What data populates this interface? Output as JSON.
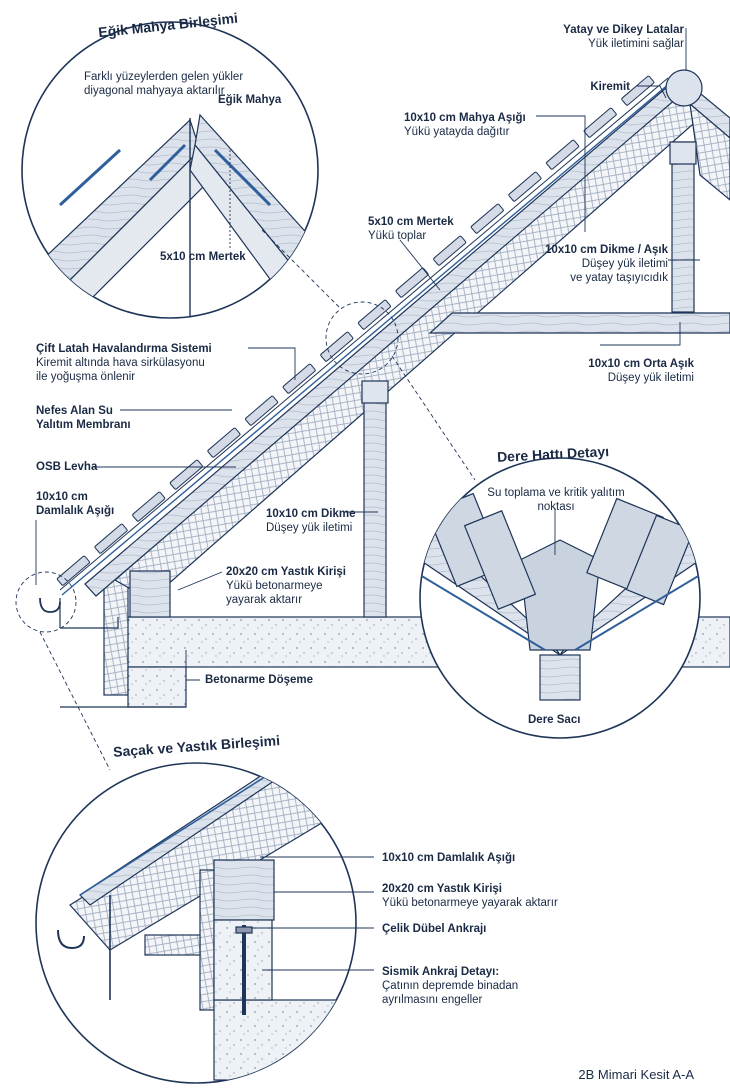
{
  "colors": {
    "ink": "#1e3558",
    "fill": "#e7ebf1",
    "wood": "#d9dfe8",
    "insul": "#f2f4f7",
    "concrete": "#edf0f4",
    "membrane": "#2f5f9a"
  },
  "details": {
    "ridge": {
      "title": "Eğik Mahya Birleşimi",
      "note": "Farklı yüzeylerden gelen yükler diyagonal mahyaya aktarılır",
      "ridge_label": "Eğik Mahya",
      "rafter_label": "5x10 cm Mertek"
    },
    "valley": {
      "title": "Dere Hattı Detayı",
      "note": "Su toplama ve kritik yalıtım noktası",
      "flashing_label": "Dere Sacı"
    },
    "eave": {
      "title": "Saçak ve Yastık Birleşimi"
    }
  },
  "labels": {
    "battens": {
      "title": "Yatay ve Dikey Latalar",
      "desc": "Yük iletimini sağlar"
    },
    "tile": {
      "title": "Kiremit"
    },
    "ridge_beam": {
      "title": "10x10 cm Mahya Aşığı",
      "desc": "Yükü yatayda dağıtır"
    },
    "rafter": {
      "title": "5x10 cm Mertek",
      "desc": "Yükü toplar"
    },
    "post_purlin": {
      "title": "10x10 cm Dikme / Aşık",
      "desc1": "Düşey yük iletimi",
      "desc2": "ve yatay taşıyıcıdık"
    },
    "mid_purlin": {
      "title": "10x10 cm Orta Aşık",
      "desc": "Düşey yük iletimi"
    },
    "ventilation": {
      "title": "Çift Latah Havalandırma Sistemi",
      "desc1": "Kiremit altında hava sirkülasyonu",
      "desc2": "ile yoğuşma önlenir"
    },
    "membrane": {
      "title1": "Nefes Alan Su",
      "title2": "Yalıtım Membranı"
    },
    "osb": {
      "title": "OSB Levha"
    },
    "drip_purlin": {
      "title1": "10x10 cm",
      "title2": "Damlalık Aşığı"
    },
    "post": {
      "title": "10x10 cm Dikme",
      "desc": "Düşey yük iletimi"
    },
    "cushion": {
      "title": "20x20 cm Yastık Kirişi",
      "desc1": "Yükü betonarmeye",
      "desc2": "yayarak aktarır"
    },
    "slab": {
      "title": "Betonarme Döşeme"
    }
  },
  "eave_labels": {
    "drip_purlin": {
      "title": "10x10 cm Damlalık Aşığı"
    },
    "cushion": {
      "title": "20x20 cm Yastık Kirişi",
      "desc": "Yükü betonarmeye yayarak aktarır"
    },
    "anchor": {
      "title": "Çelik Dübel Ankrajı"
    },
    "seismic": {
      "title": "Sismik Ankraj Detayı:",
      "desc1": "Çatının depremde binadan",
      "desc2": "ayrılmasını engeller"
    }
  },
  "sheet_title": "2B Mimari Kesit A-A"
}
